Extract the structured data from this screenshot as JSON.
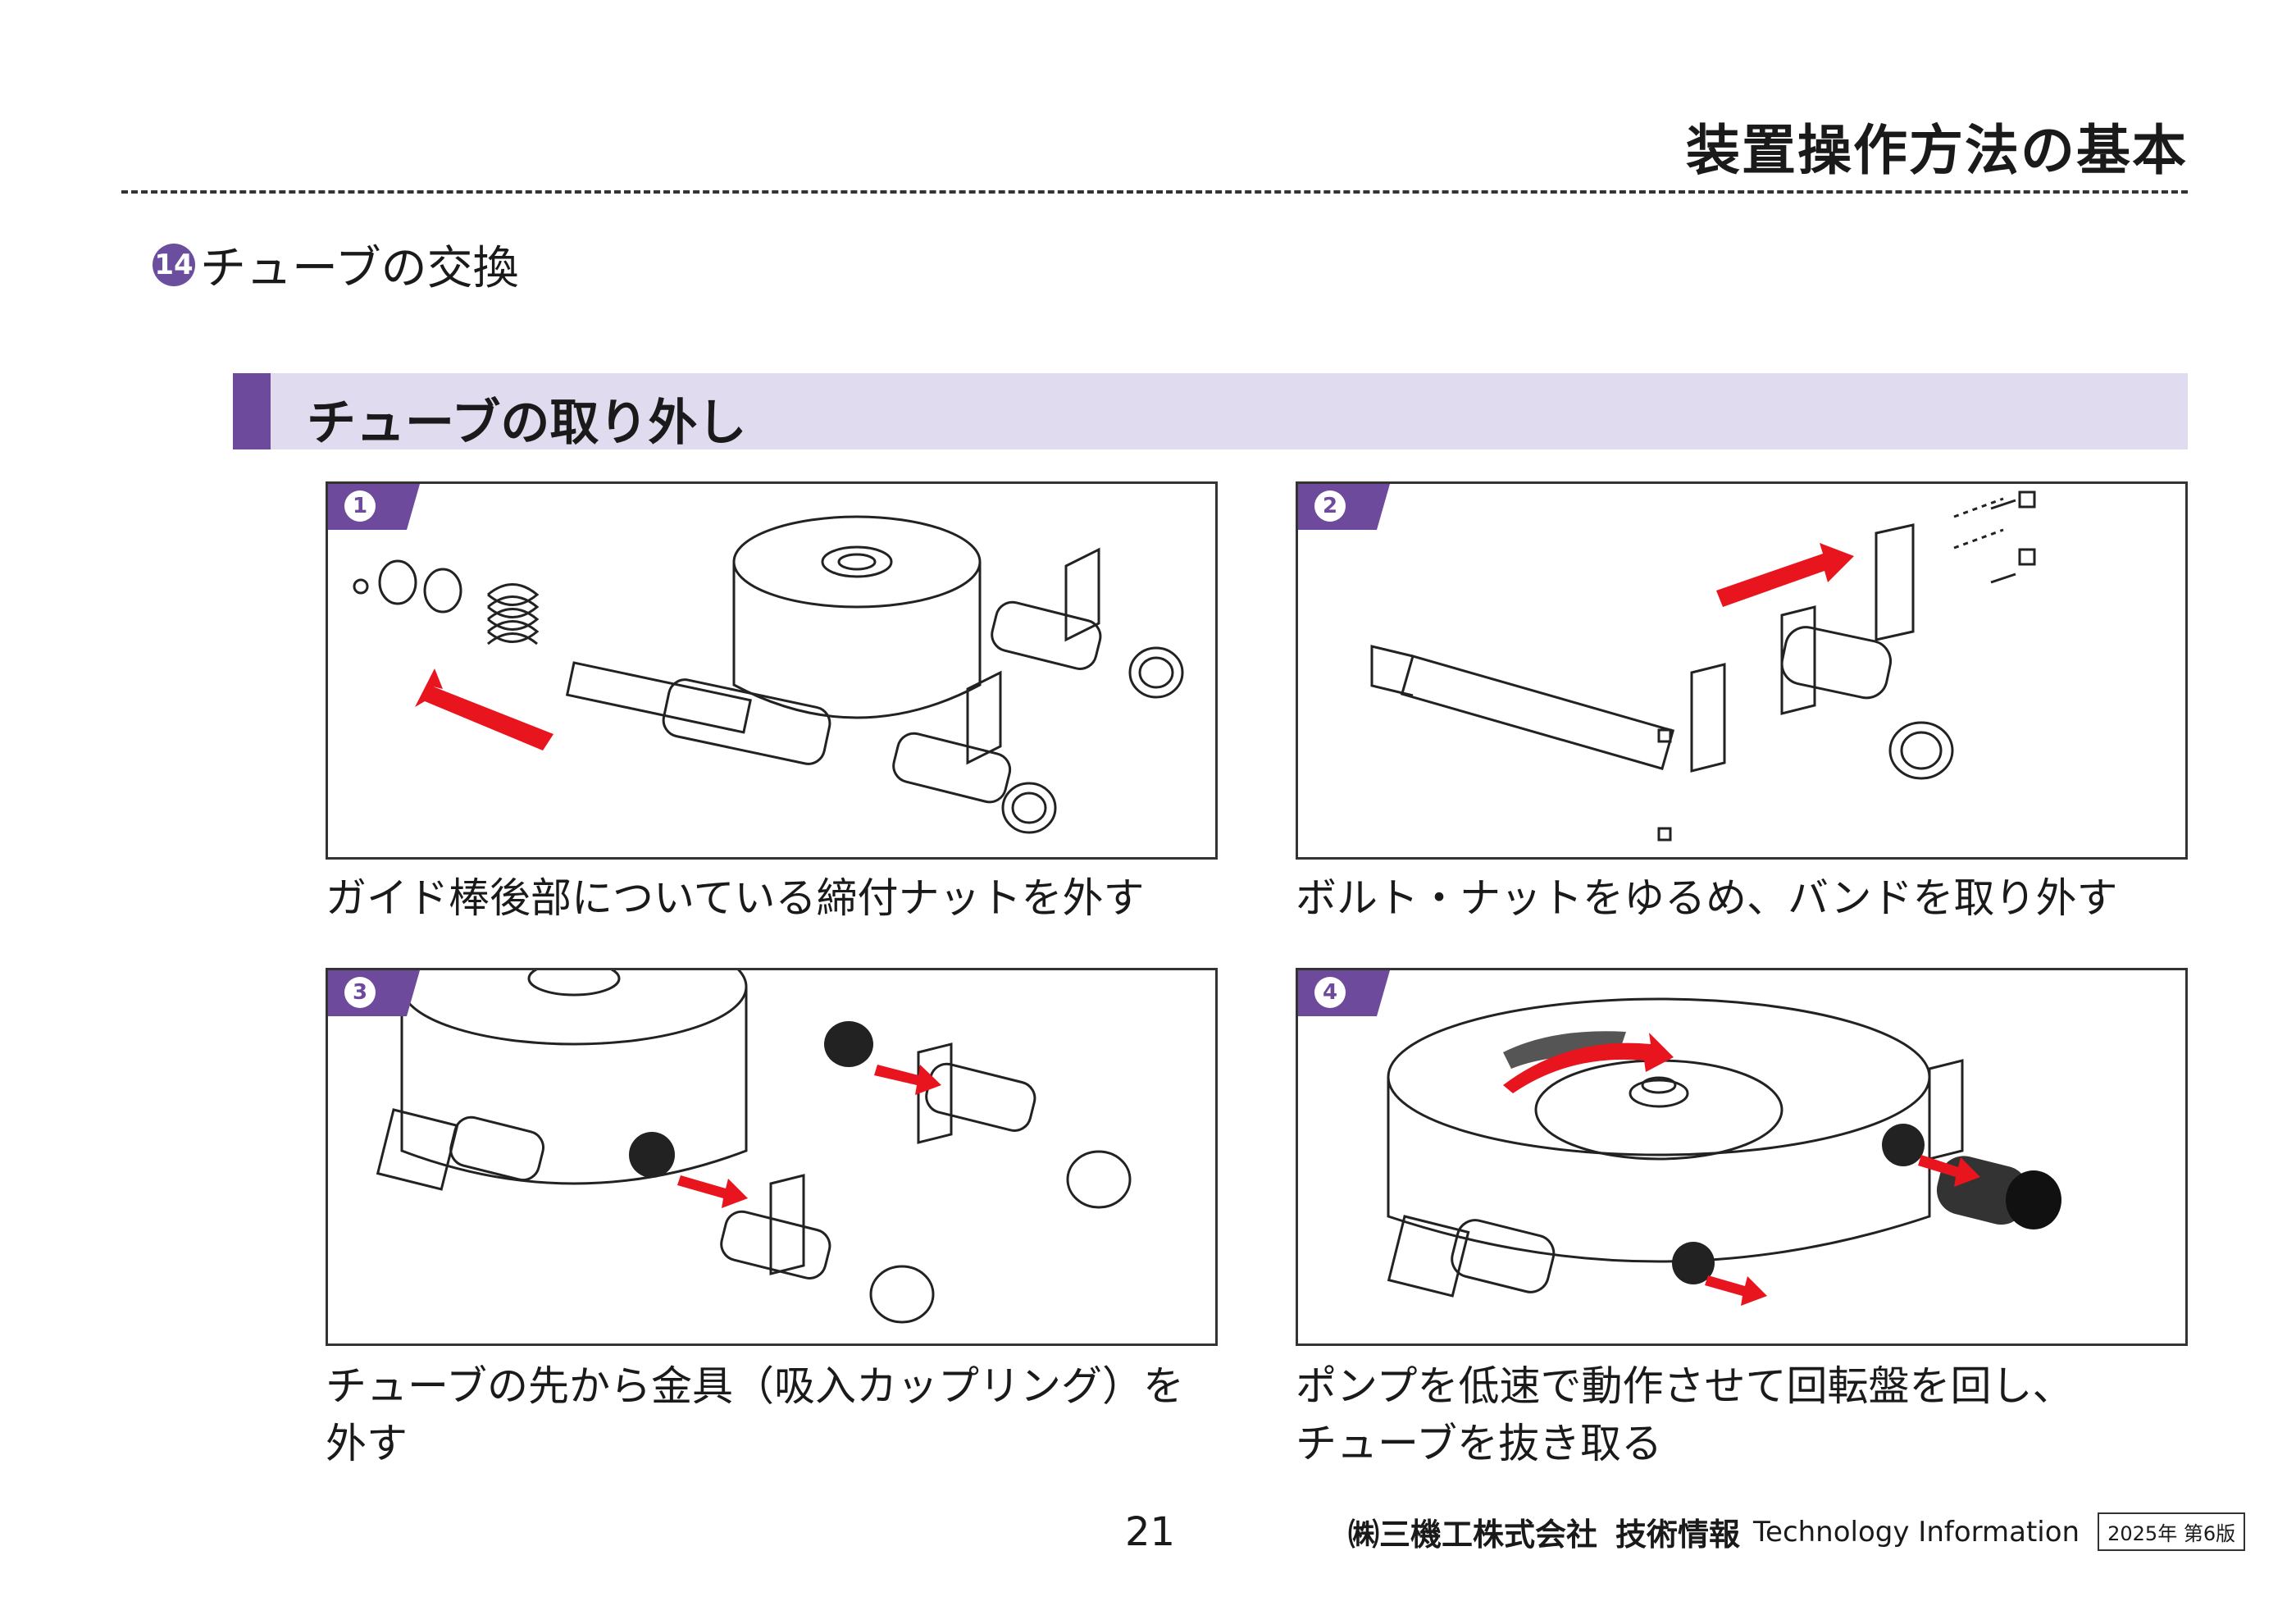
{
  "header": {
    "title": "装置操作方法の基本"
  },
  "section": {
    "number": "14",
    "title": "チューブの交換"
  },
  "subsection": {
    "title": "チューブの取り外し"
  },
  "steps": [
    {
      "number": "1",
      "caption": "ガイド棒後部についている締付ナットを外す"
    },
    {
      "number": "2",
      "caption": "ボルト・ナットをゆるめ、バンドを取り外す"
    },
    {
      "number": "3",
      "caption_line1": "チューブの先から金具（吸入カップリング）を",
      "caption_line2": "外す"
    },
    {
      "number": "4",
      "caption_line1": "ポンプを低速で動作させて回転盤を回し、",
      "caption_line2": "チューブを抜き取る"
    }
  ],
  "footer": {
    "page_number": "21",
    "company": "㈱三機工株式会社",
    "tech_info_jp": "技術情報",
    "tech_info_en": "Technology Information",
    "edition": "2025年 第6版"
  },
  "colors": {
    "accent": "#6e4a9c",
    "band": "#e0dbee",
    "arrow": "#e8141e"
  }
}
